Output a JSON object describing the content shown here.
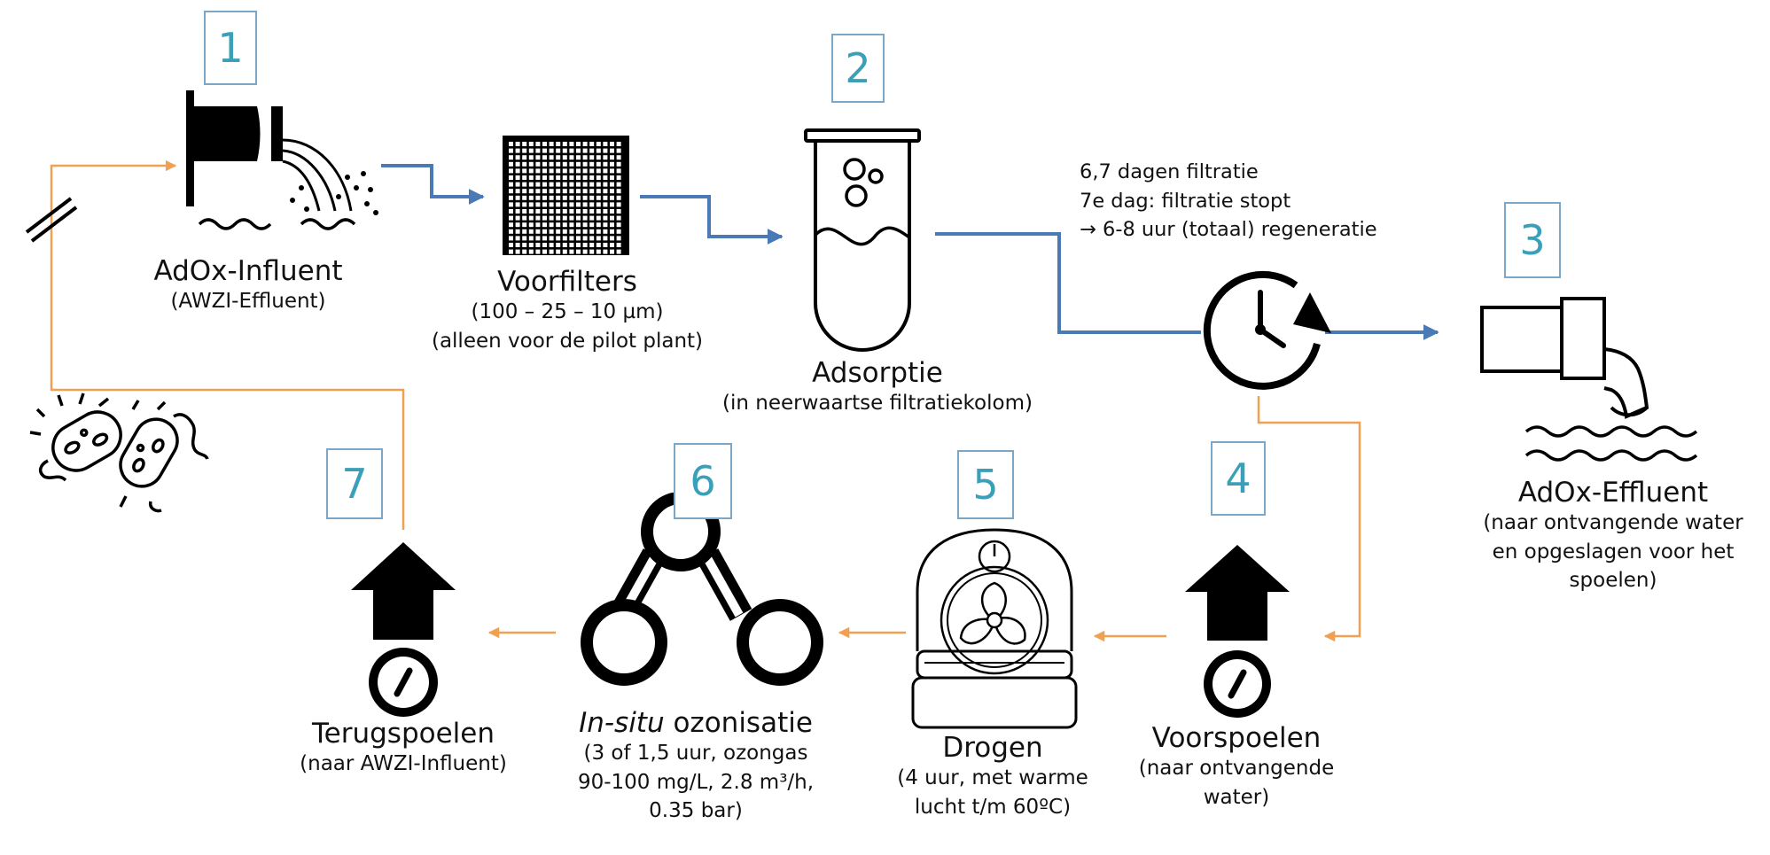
{
  "steps": {
    "s1": {
      "number": "1",
      "title": "AdOx-Influent",
      "sub": "(AWZI-Effluent)"
    },
    "prefilter": {
      "title": "Voorfilters",
      "sub1": "(100 – 25 – 10 µm)",
      "sub2": "(alleen voor de pilot plant)"
    },
    "s2": {
      "number": "2",
      "title": "Adsorptie",
      "sub": "(in neerwaartse filtratiekolom)"
    },
    "s3": {
      "number": "3",
      "title": "AdOx-Effluent",
      "sub1": "(naar ontvangende water",
      "sub2": "en opgeslagen voor het",
      "sub3": "spoelen)"
    },
    "s4": {
      "number": "4",
      "title": "Voorspoelen",
      "sub1": "(naar ontvangende",
      "sub2": "water)"
    },
    "s5": {
      "number": "5",
      "title": "Drogen",
      "sub1": "(4 uur, met warme",
      "sub2": "lucht t/m 60ºC)"
    },
    "s6": {
      "number": "6",
      "title_italic": "In-situ",
      "title_rest": " ozonisatie",
      "sub1": "(3 of 1,5 uur, ozongas",
      "sub2": "90-100 mg/L, 2.8 m³/h,",
      "sub3": "0.35 bar)"
    },
    "s7": {
      "number": "7",
      "title": "Terugspoelen",
      "sub": "(naar AWZI-Influent)"
    }
  },
  "timer_note": {
    "line1": "6,7 dagen filtratie",
    "line2": "7e dag: filtratie stopt",
    "line3": "→ 6-8 uur (totaal) regeneratie"
  },
  "colors": {
    "water_flow": "#4a7ab5",
    "regeneration_flow": "#f0a050",
    "number_box_border": "#7ba7c8",
    "number_text": "#3a9fb8",
    "icon": "#000000"
  }
}
